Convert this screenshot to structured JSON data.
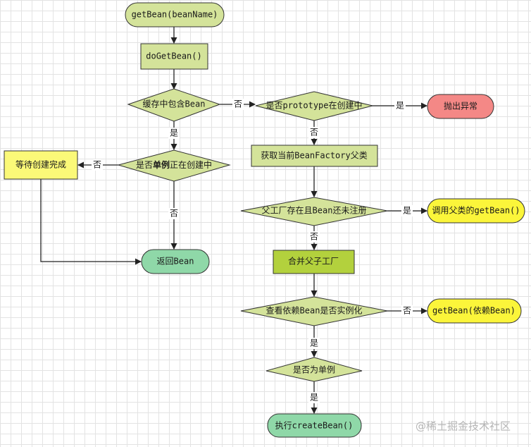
{
  "nodes": {
    "getbean": "getBean(beanName)",
    "dogetbean": "doGetBean()",
    "cache": "缓存中包含Bean",
    "prototype": "是否prototype在创建中",
    "throw": "抛出异常",
    "singleton_a": "是否",
    "singleton_b": "单例",
    "singleton_c": "正在创建中",
    "wait": "等待创建完成",
    "return": "返回Bean",
    "getfactory": "获取当前BeanFactory父类",
    "parent_exists": "父工厂存在且Bean还未注册",
    "call_parent": "调用父类的getBean()",
    "merge": "合并父子工厂",
    "depends": "查看依赖Bean是否实例化",
    "getbean_dep": "getBean(依赖Bean)",
    "is_singleton": "是否为单例",
    "create": "执行createBean()"
  },
  "labels": {
    "yes": "是",
    "no": "否"
  },
  "colors": {
    "light_green": "#d4e39a",
    "green": "#b3d13d",
    "teal": "#8fd8a8",
    "red": "#f48886",
    "yellow": "#fbf53a",
    "pale_yellow": "#fbf978"
  },
  "watermark": "@稀土掘金技术社区"
}
